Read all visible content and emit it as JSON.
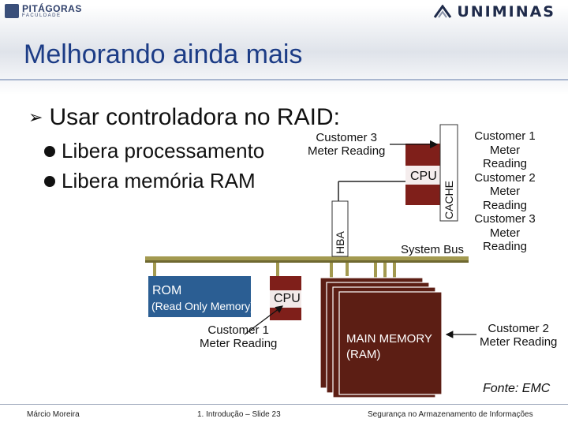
{
  "header": {
    "left_logo_text": "PITÁGORAS",
    "left_logo_sub": "FACULDADE",
    "right_logo_text": "UNIMINAS"
  },
  "slide": {
    "title": "Melhorando ainda mais",
    "bullet": "Usar controladora no RAID:",
    "sub_bullets": [
      "Libera processamento",
      "Libera memória RAM"
    ]
  },
  "diagram": {
    "hba": "HBA",
    "cache": "CACHE",
    "cpu_top": "CPU",
    "cpu_mid": "CPU",
    "rom_title": "ROM",
    "rom_sub": "(Read Only Memory)",
    "main_memory_line1": "MAIN MEMORY",
    "main_memory_line2": "(RAM)",
    "system_bus": "System Bus",
    "cust3_top_line1": "Customer 3",
    "cust3_top_line2": "Meter Reading",
    "cust1_left_line1": "Customer 1",
    "cust1_left_line2": "Meter Reading",
    "cust2_right_line1": "Customer 2",
    "cust2_right_line2": "Meter Reading",
    "right_list": [
      "Customer 1",
      "Meter",
      "Reading",
      "Customer 2",
      "Meter",
      "Reading",
      "Customer 3",
      "Meter",
      "Reading"
    ],
    "source": "Fonte: EMC",
    "colors": {
      "bus": "#a39a50",
      "rom": "#2b5e93",
      "memory": "#5c1e14",
      "cpu": "#7f1f1a"
    }
  },
  "footer": {
    "author": "Márcio Moreira",
    "slide_ref": "1. Introdução – Slide 23",
    "course": "Segurança no Armazenamento de Informações"
  }
}
